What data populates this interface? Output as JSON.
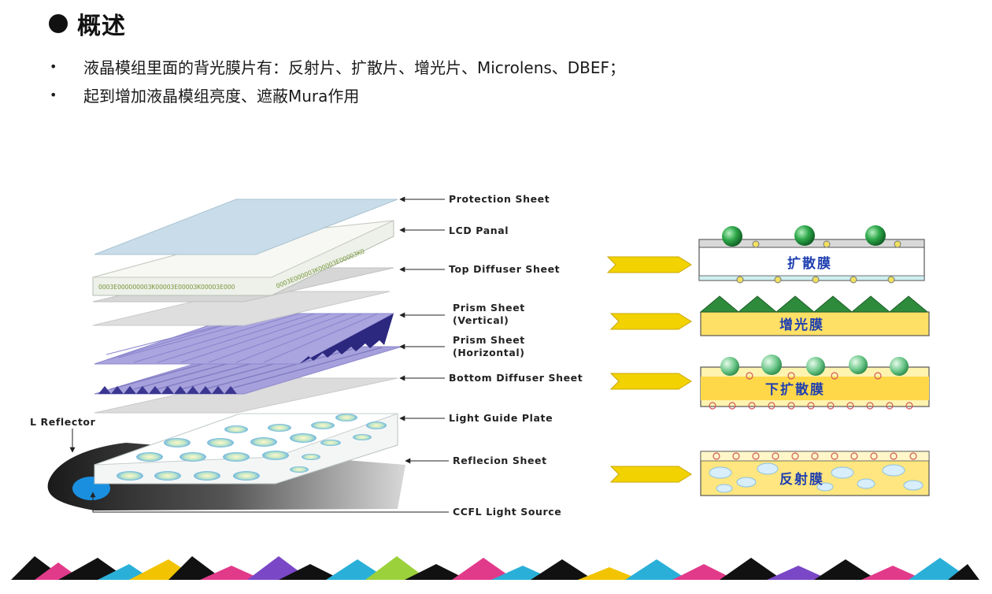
{
  "heading": {
    "title": "概述"
  },
  "bullets": [
    "液晶模组里面的背光膜片有：反射片、扩散片、增光片、Microlens、DBEF；",
    "起到增加液晶模组亮度、遮蔽Mura作用"
  ],
  "diagram": {
    "labels": {
      "protection": "Protection Sheet",
      "lcd": "LCD Panal",
      "top_diffuser": "Top Diffuser Sheet",
      "prism_v_1": "Prism Sheet",
      "prism_v_2": "(Vertical)",
      "prism_h_1": "Prism Sheet",
      "prism_h_2": "(Horizontal)",
      "bottom_diffuser": "Bottom Diffuser Sheet",
      "light_guide": "Light Guide Plate",
      "reflection": "Reflecion Sheet",
      "ccfl": "CCFL Light Source",
      "l_reflector": "L  Reflector"
    },
    "films": {
      "diffuser": "扩散膜",
      "brightness": "增光膜",
      "lower_diffuser": "下扩散膜",
      "reflector": "反射膜"
    },
    "colors": {
      "protection": "#c8dde9",
      "prism": "#9d97d8",
      "arrow": "#f0d000",
      "film_fill": "#ffe066",
      "sphere": "#2ea84a"
    }
  }
}
